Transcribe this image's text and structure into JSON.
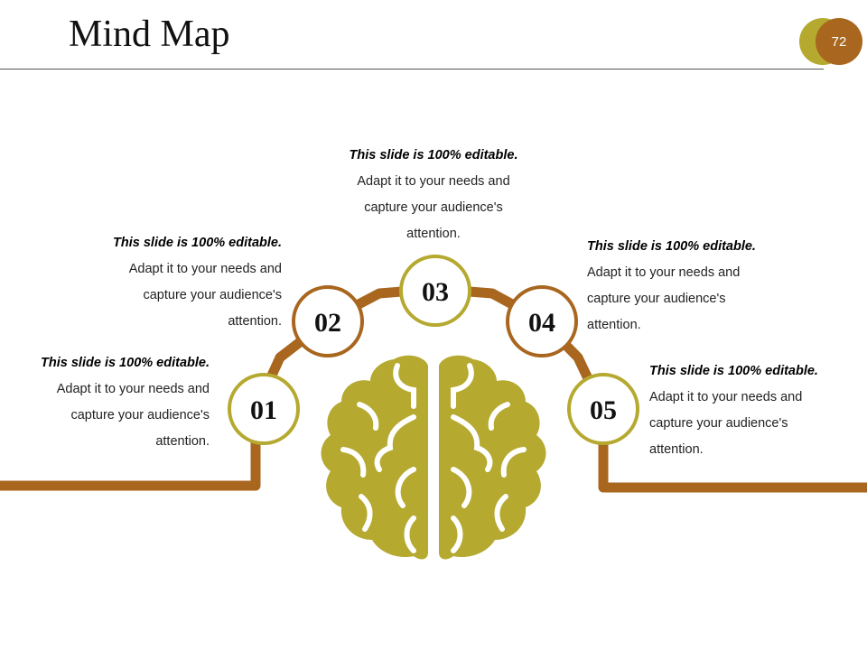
{
  "slide": {
    "title": "Mind Map",
    "page_number": "72"
  },
  "colors": {
    "olive": "#b5a930",
    "brown": "#a8661f",
    "rule": "#555555"
  },
  "nodes": [
    {
      "number": "01",
      "heading": "This slide is 100% editable.",
      "body": [
        "Adapt it to your needs and",
        "capture your audience's",
        "attention."
      ]
    },
    {
      "number": "02",
      "heading": "This slide is 100% editable.",
      "body": [
        "Adapt it to your needs and",
        "capture your audience's",
        "attention."
      ]
    },
    {
      "number": "03",
      "heading": "This slide is 100% editable.",
      "body": [
        "Adapt it to your needs and",
        "capture your audience's",
        "attention."
      ]
    },
    {
      "number": "04",
      "heading": "This slide is 100% editable.",
      "body": [
        "Adapt it to your needs and",
        "capture your audience's",
        "attention."
      ]
    },
    {
      "number": "05",
      "heading": "This slide is 100% editable.",
      "body": [
        "Adapt it to your needs and",
        "capture your audience's",
        "attention."
      ]
    }
  ],
  "center_icon": "brain-icon"
}
